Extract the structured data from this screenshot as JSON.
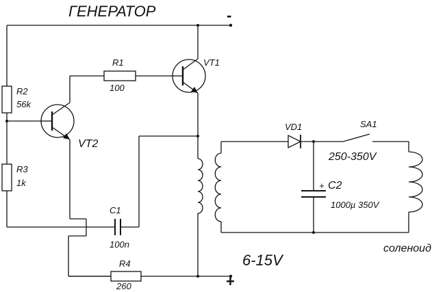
{
  "title": "ГЕНЕРАТОР",
  "terminals": {
    "minus": "-",
    "plus": "+"
  },
  "supply_voltage": "6-15V",
  "output_voltage": "250-350V",
  "load": "соленоид",
  "components": {
    "vt1": {
      "ref": "VT1"
    },
    "vt2": {
      "ref": "VT2"
    },
    "r1": {
      "ref": "R1",
      "value": "100"
    },
    "r2": {
      "ref": "R2",
      "value": "56k"
    },
    "r3": {
      "ref": "R3",
      "value": "1k"
    },
    "r4": {
      "ref": "R4",
      "value": "260"
    },
    "c1": {
      "ref": "C1",
      "value": "100n"
    },
    "c2": {
      "ref": "C2",
      "value": "1000µ 350V",
      "polarity": "+"
    },
    "vd1": {
      "ref": "VD1"
    },
    "sa1": {
      "ref": "SA1"
    }
  }
}
